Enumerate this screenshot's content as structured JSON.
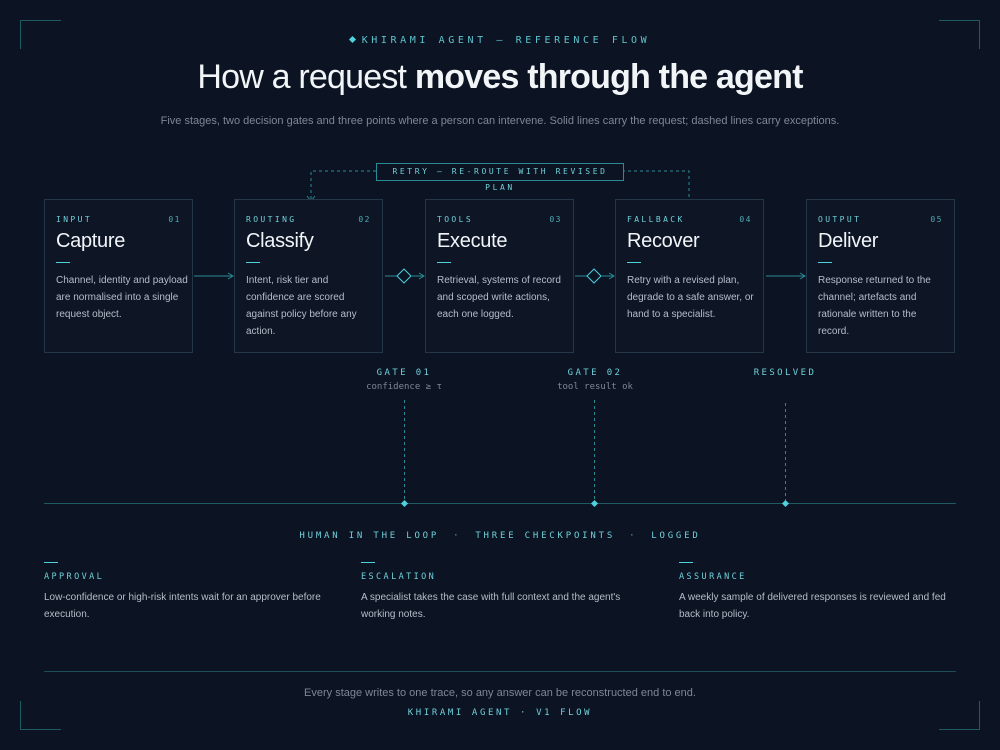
{
  "header": {
    "eyebrow": "KHIRAMI AGENT — REFERENCE FLOW",
    "title_light": "How a request ",
    "title_bold": "moves through the agent",
    "subtitle": "Five stages, two decision gates and three points where a person can intervene. Solid lines carry the request; dashed lines carry exceptions."
  },
  "retry_label": "RETRY — RE-ROUTE WITH REVISED PLAN",
  "stages": [
    {
      "tag": "INPUT",
      "num": "01",
      "name": "Capture",
      "desc": "Channel, identity and payload are normalised into a single request object."
    },
    {
      "tag": "ROUTING",
      "num": "02",
      "name": "Classify",
      "desc": "Intent, risk tier and confidence are scored against policy before any action."
    },
    {
      "tag": "TOOLS",
      "num": "03",
      "name": "Execute",
      "desc": "Retrieval, systems of record and scoped write actions, each one logged."
    },
    {
      "tag": "FALLBACK",
      "num": "04",
      "name": "Recover",
      "desc": "Retry with a revised plan, degrade to a safe answer, or hand to a specialist."
    },
    {
      "tag": "OUTPUT",
      "num": "05",
      "name": "Deliver",
      "desc": "Response returned to the channel; artefacts and rationale written to the record."
    }
  ],
  "gates": [
    {
      "name": "GATE 01",
      "condition": "confidence ≥ τ"
    },
    {
      "name": "GATE 02",
      "condition": "tool result ok"
    },
    {
      "name": "RESOLVED",
      "condition": ""
    }
  ],
  "human_loop": {
    "parts": [
      "HUMAN IN THE LOOP",
      "THREE CHECKPOINTS",
      "LOGGED"
    ],
    "separator": "·"
  },
  "checkpoints": [
    {
      "tag": "APPROVAL",
      "desc": "Low-confidence or high-risk intents wait for an approver before execution."
    },
    {
      "tag": "ESCALATION",
      "desc": "A specialist takes the case with full context and the agent's working notes."
    },
    {
      "tag": "ASSURANCE",
      "desc": "A weekly sample of delivered responses is reviewed and fed back into policy."
    }
  ],
  "footer": {
    "text": "Every stage writes to one trace, so any answer can be reconstructed end to end.",
    "brand": "KHIRAMI AGENT · V1 FLOW"
  },
  "colors": {
    "background": "#0c1322",
    "accent": "#4fd1de",
    "card_border": "#263649",
    "line": "#2a8b97"
  }
}
